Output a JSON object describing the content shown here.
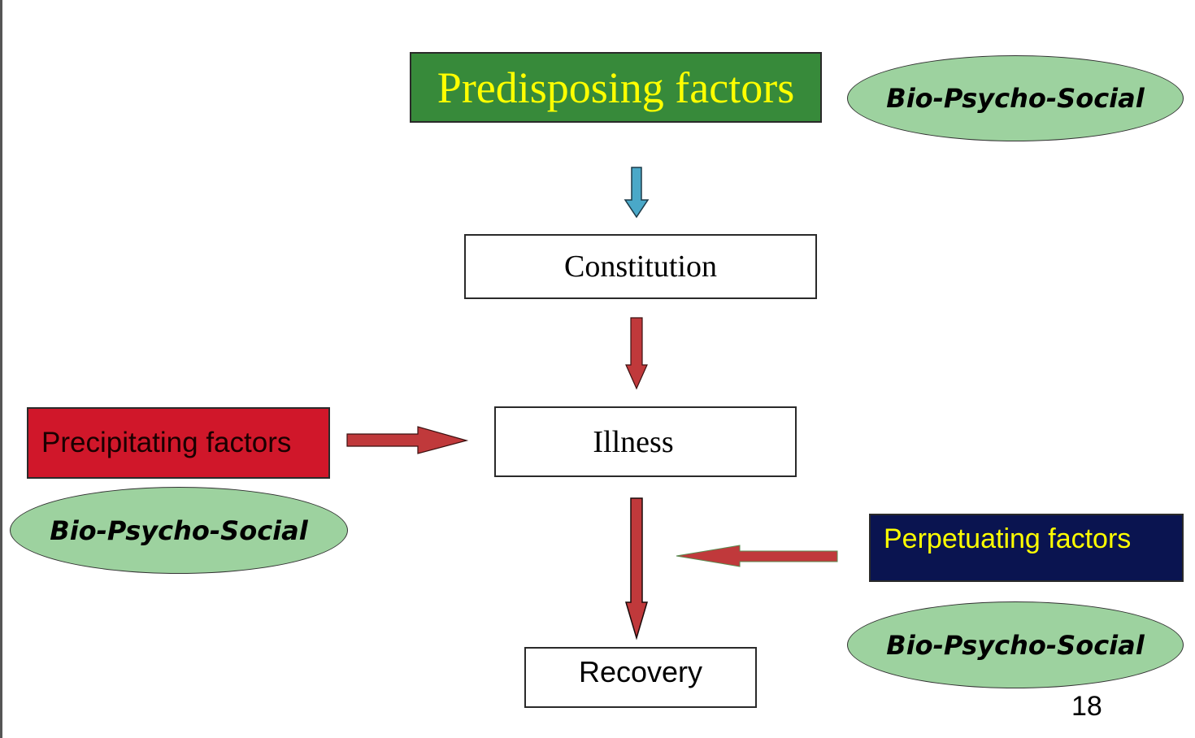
{
  "slide": {
    "page_number": "18"
  },
  "nodes": {
    "predisposing": {
      "label": "Predisposing factors",
      "fill": "#378a3a",
      "text_color": "#ffff00"
    },
    "constitution": {
      "label": "Constitution",
      "fill": "#ffffff",
      "text_color": "#000000"
    },
    "illness": {
      "label": "Illness",
      "fill": "#ffffff",
      "text_color": "#000000"
    },
    "recovery": {
      "label": "Recovery",
      "fill": "#ffffff",
      "text_color": "#000000"
    },
    "precipitating": {
      "label": "Precipitating factors",
      "fill": "#d0172a",
      "text_color": "#1a0000"
    },
    "perpetuating": {
      "label": "Perpetuating factors",
      "fill": "#0a1450",
      "text_color": "#ffff00"
    }
  },
  "ellipses": [
    {
      "label": "Bio-Psycho-Social",
      "attached_to": "predisposing"
    },
    {
      "label": "Bio-Psycho-Social",
      "attached_to": "precipitating"
    },
    {
      "label": "Bio-Psycho-Social",
      "attached_to": "perpetuating"
    }
  ],
  "ellipse_fill": "#9dd29f",
  "edges": [
    {
      "from": "predisposing",
      "to": "constitution",
      "color": "#4aa8c8"
    },
    {
      "from": "constitution",
      "to": "illness",
      "color": "#c0393b"
    },
    {
      "from": "precipitating",
      "to": "illness",
      "color": "#c0393b"
    },
    {
      "from": "illness",
      "to": "recovery",
      "color": "#c0393b"
    },
    {
      "from": "perpetuating",
      "to": "illness-recovery-path",
      "color": "#c0393b"
    }
  ]
}
